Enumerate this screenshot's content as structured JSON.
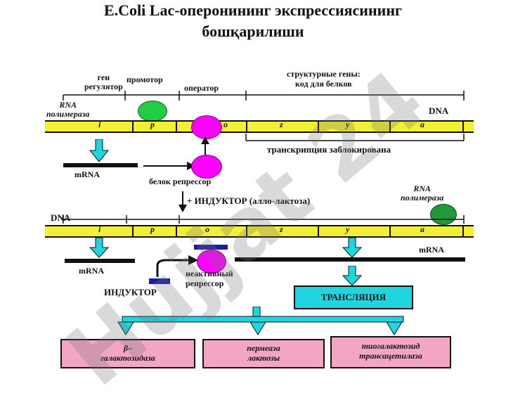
{
  "title_line1": "E.Coli Lac-оперонининг экспрессиясининг",
  "title_line2": "бошқарилиши",
  "labels": {
    "gene_regulator": "ген регулятор",
    "gene_regulator_l1": "ген",
    "gene_regulator_l2": "регулятор",
    "promoter": "промотор",
    "operator": "оператор",
    "structural_genes_l1": "структурные гены:",
    "structural_genes_l2": "код для белков",
    "rna_polymerase_l1": "RNA",
    "rna_polymerase_l2": "полимераза",
    "dna_top": "DNA",
    "transcription_blocked": "транскрипция заблокирована",
    "mrna_top": "mRNA",
    "repressor_protein": "белок репрессор",
    "inductor_line": "+ ИНДУКТОР (алло-лактоза)",
    "rna_polymerase2_l1": "RNA",
    "rna_polymerase2_l2": "полимераза",
    "dna_bottom": "DNA",
    "mrna_bottom_left": "mRNA",
    "mrna_bottom_right": "mRNA",
    "inactive_repressor_l1": "неактивный",
    "inactive_repressor_l2": "репрессор",
    "inductor": "ИНДУКТОР",
    "translation": "ТРАНСЛЯЦИЯ"
  },
  "genes": [
    "i",
    "p",
    "o",
    "z",
    "y",
    "a"
  ],
  "enzymes": [
    {
      "l1": "β–",
      "l2": "галактозидаза"
    },
    {
      "l1": "пермеаза",
      "l2": "лактозы"
    },
    {
      "l1": "тиогалактозид",
      "l2": "трансацетилаза"
    }
  ],
  "watermark": "Hujjat 24",
  "colors": {
    "dna": "#f3ef33",
    "repressor": "#ff00ff",
    "polymerase": "#22cc44",
    "arrow": "#1fd6e0",
    "enzyme_box": "#f2a6c4",
    "inductor_bar": "#1a1aa8"
  }
}
